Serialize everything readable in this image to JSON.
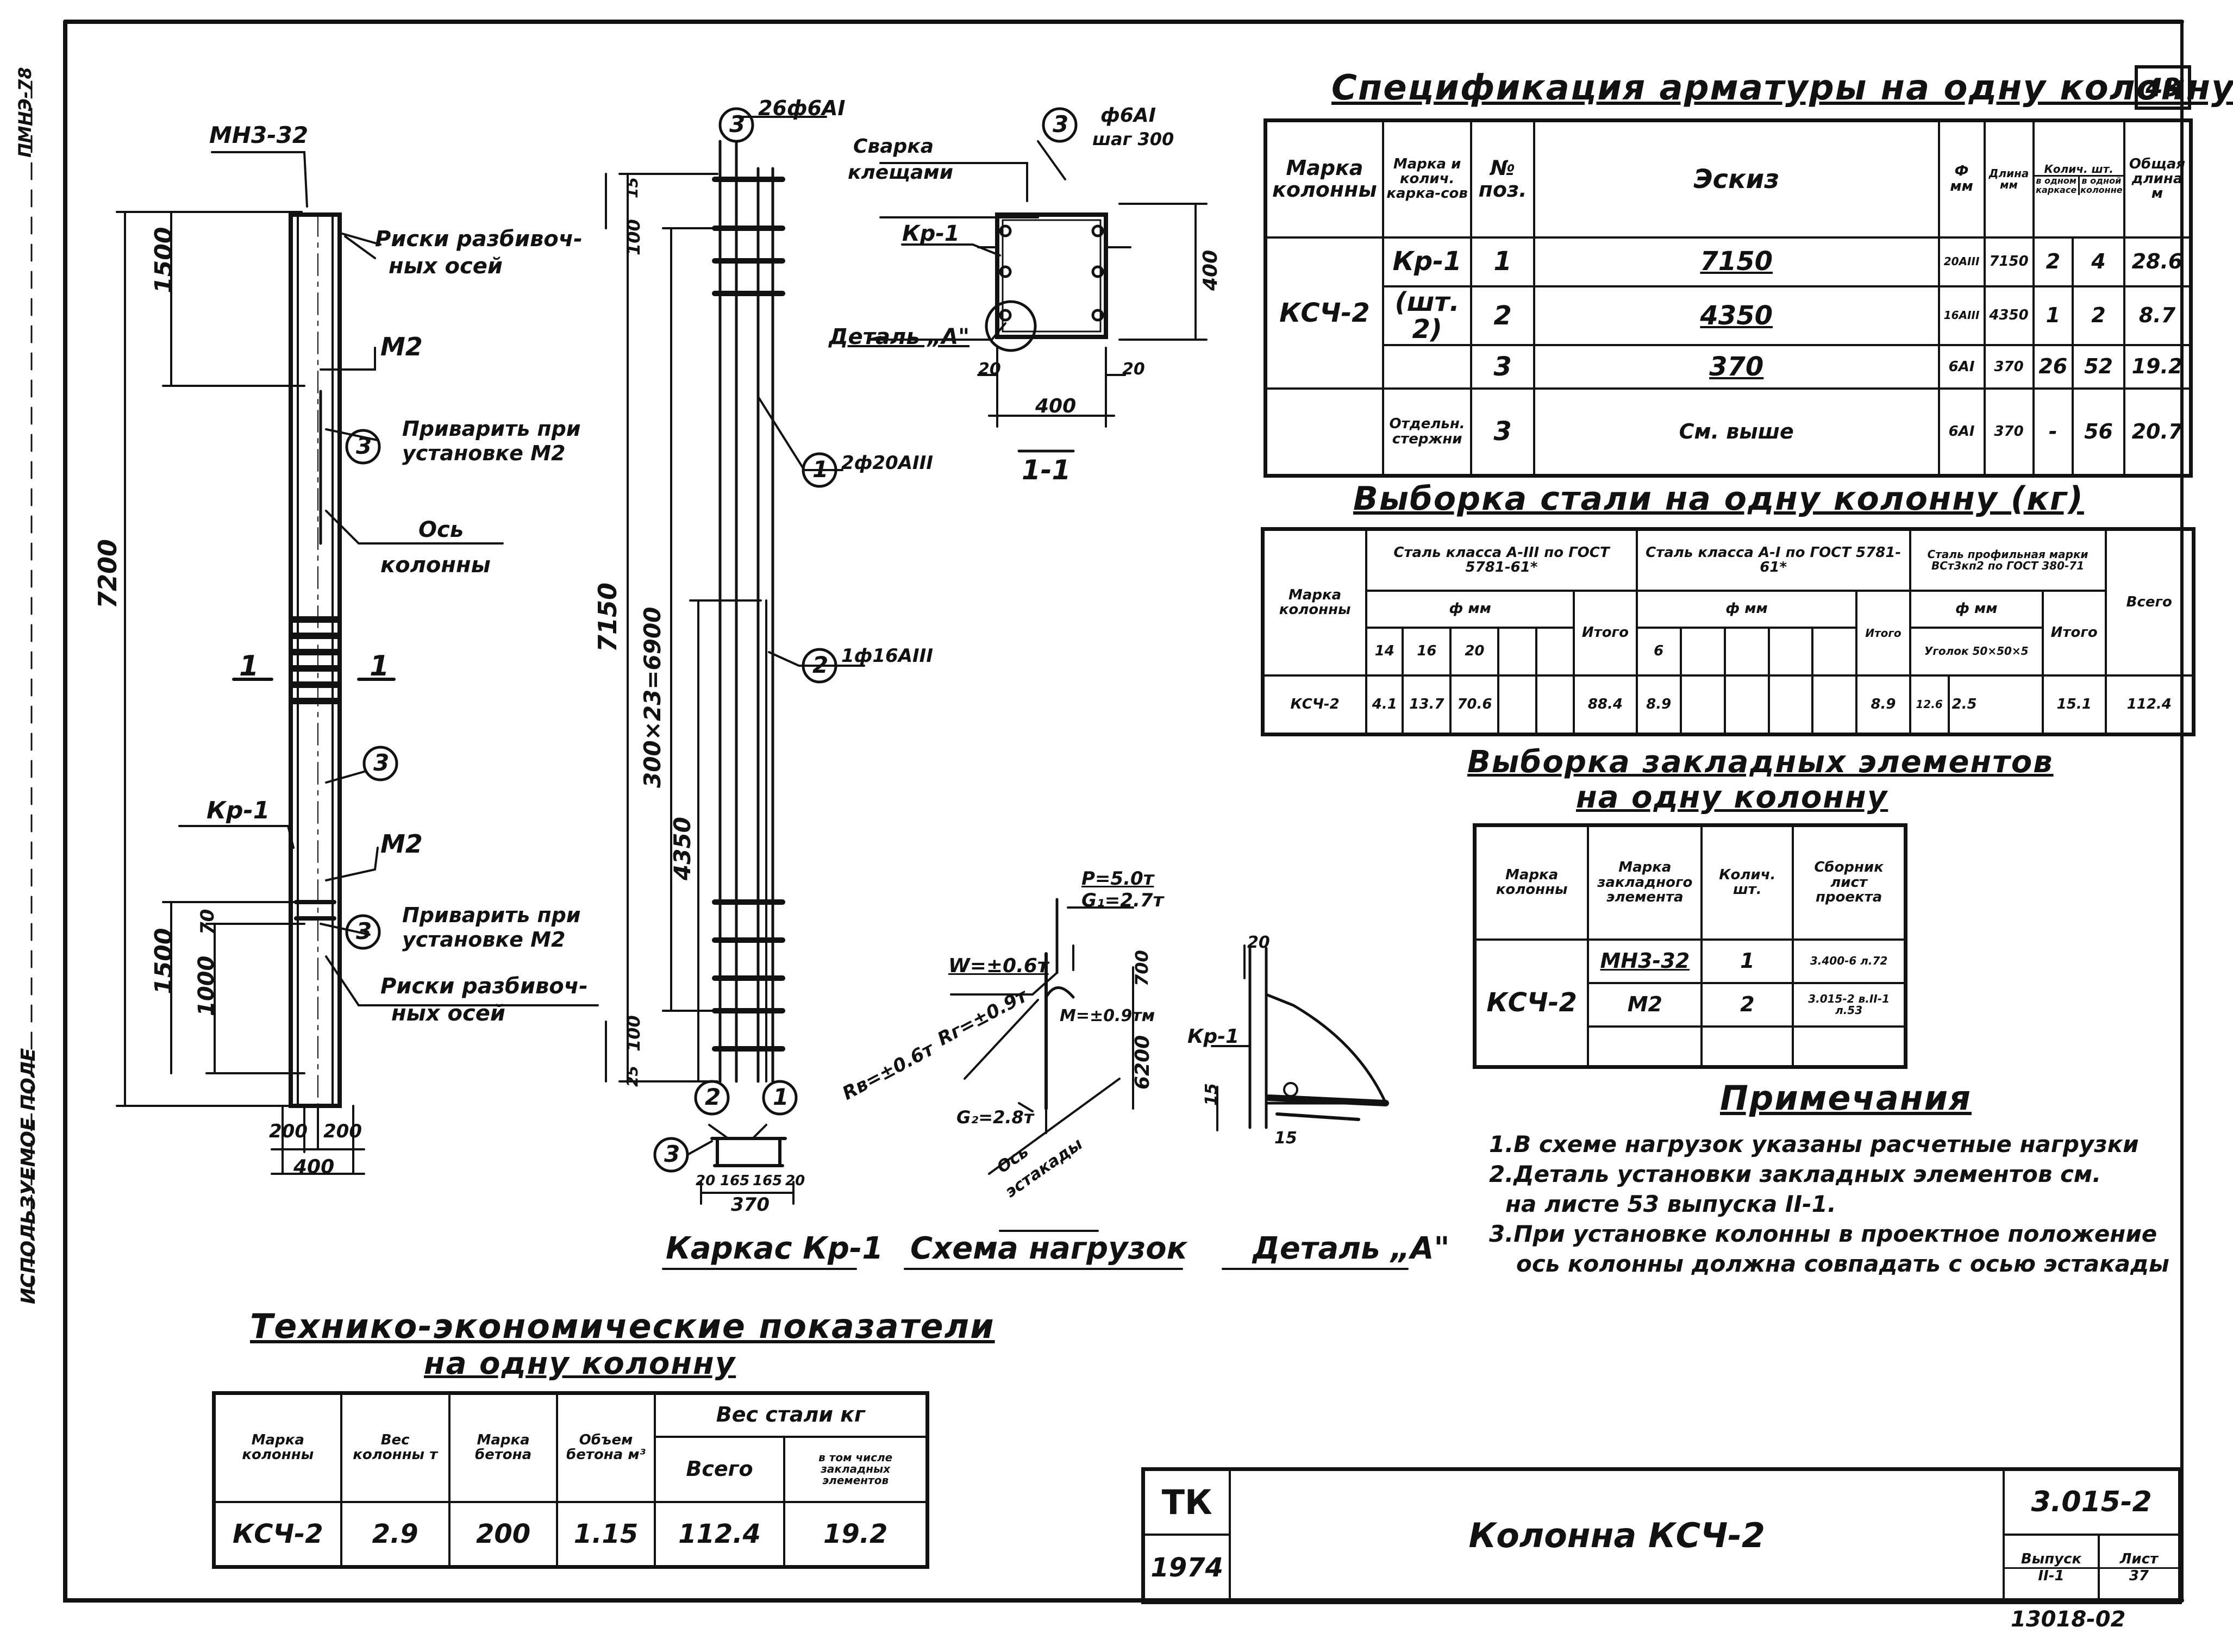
{
  "sheet_no": "43",
  "margin_note": "ИСПОЛЬЗУЕМОЕ ПОЛЕ",
  "top_left_mark": "ПМНЭ-78",
  "column": {
    "labels": {
      "mn": "МН3-32",
      "risks_top_1": "Риски разбивоч-",
      "risks_top_2": "ных осей",
      "m2_top": "М2",
      "weld_top_1": "Приварить при",
      "weld_top_2": "установке М2",
      "axis_1": "Ось",
      "axis_2": "колонны",
      "sec_1": "1",
      "sec_2": "1",
      "kr": "Кр-1",
      "m2_bot": "М2",
      "weld_bot_1": "Приварить при",
      "weld_bot_2": "установке М2",
      "risks_bot_1": "Риски разбивоч-",
      "risks_bot_2": "ных осей",
      "circ3a": "3",
      "circ3b": "3",
      "circ3c": "3"
    },
    "dims": {
      "total": "7200",
      "top": "1500",
      "bot": "1500",
      "bot_inner": "1000",
      "bot_small": "70",
      "w1": "200",
      "w2": "200",
      "w_total": "400"
    }
  },
  "cage": {
    "labels": {
      "c3": "3",
      "c3_text": "26ф6АI",
      "c1": "1",
      "c1_text": "2ф20АIII",
      "c2": "2",
      "c2_text": "1ф16АIII",
      "bc2": "2",
      "bc1": "1",
      "bc3": "3"
    },
    "dims": {
      "total": "7150",
      "step": "300×23=6900",
      "inner": "4350",
      "top": "100",
      "bot": "100",
      "top_s": "15",
      "bot_s": "25",
      "bw1": "20",
      "bw2": "165",
      "bw3": "165",
      "bw4": "20",
      "bw_total": "370"
    },
    "caption": "Каркас Кр-1"
  },
  "section": {
    "c3": "3",
    "c3_t1": "ф6АI",
    "c3_t2": "шаг 300",
    "weld_1": "Сварка",
    "weld_2": "клещами",
    "kr": "Кр-1",
    "detail": "Деталь „А\"",
    "h": "400",
    "w": "400",
    "d1": "20",
    "d2": "20",
    "caption": "1-1"
  },
  "loads": {
    "p": "P=5.0т",
    "g": "G₁=2.7т",
    "w": "W=±0.6т",
    "r": "Rг=±0.9т",
    "rv": "Rв=±0.6т",
    "mom": "M=±0.9тм",
    "g2": "G₂=2.8т",
    "h1": "700",
    "h2": "6200",
    "axis_1": "Ось",
    "axis_2": "эстакады",
    "caption": "Схема нагрузок"
  },
  "detail": {
    "kr": "Кр-1",
    "d1": "20",
    "d2": "15",
    "d3": "15",
    "caption": "Деталь „А\""
  },
  "spec": {
    "title": "Спецификация арматуры на одну колонну",
    "head": {
      "mark": "Марка колонны",
      "cage": "Марка и колич. карка-сов",
      "pos": "№ поз.",
      "sketch": "Эскиз",
      "dia": "Ф мм",
      "len": "Длина мм",
      "qty": "Колич. шт.",
      "qty_a": "в одном каркасе",
      "qty_b": "в одной колонне",
      "total": "Общая длина м"
    },
    "rows": [
      {
        "mark": "КСЧ-2",
        "cage": "Кр-1",
        "pos": "1",
        "sketch": "7150",
        "dia": "20АIII",
        "len": "7150",
        "qa": "2",
        "qb": "4",
        "tot": "28.6"
      },
      {
        "cage": "(шт. 2)",
        "pos": "2",
        "sketch": "4350",
        "dia": "16АIII",
        "len": "4350",
        "qa": "1",
        "qb": "2",
        "tot": "8.7"
      },
      {
        "pos": "3",
        "sketch": "370",
        "dia": "6АI",
        "len": "370",
        "qa": "26",
        "qb": "52",
        "tot": "19.2"
      },
      {
        "cage": "Отдельн. стержни",
        "pos": "3",
        "sketch": "См. выше",
        "dia": "6АI",
        "len": "370",
        "qa": "-",
        "qb": "56",
        "tot": "20.7"
      }
    ]
  },
  "steel": {
    "title": "Выборка стали на одну колонну (кг)",
    "head": {
      "mark": "Марка колонны",
      "g1": "Сталь класса А-III по ГОСТ 5781-61*",
      "g2": "Сталь класса А-I по ГОСТ 5781-61*",
      "g3": "Сталь профильная марки ВСт3кп2 по ГОСТ 380-71",
      "dmm": "ф мм",
      "d14": "14",
      "d16": "16",
      "d20": "20",
      "sub": "Итого",
      "d6": "6",
      "sub2": "Итого",
      "d3": "ф мм",
      "prof": "Уголок 50×50×5",
      "sub3": "Итого",
      "total": "Всего"
    },
    "row": {
      "mark": "КСЧ-2",
      "v14": "4.1",
      "v16": "13.7",
      "v20": "70.6",
      "s1": "88.4",
      "v6": "8.9",
      "s2": "8.9",
      "p1": "12.6",
      "p2": "2.5",
      "s3": "15.1",
      "tot": "112.4"
    }
  },
  "embed": {
    "title_1": "Выборка закладных элементов",
    "title_2": "на одну колонну",
    "head": {
      "mark": "Марка колонны",
      "emark": "Марка закладного элемента",
      "qty": "Колич. шт.",
      "ref": "Сборник лист проекта"
    },
    "rows": [
      {
        "mark": "КСЧ-2",
        "emark": "МН3-32",
        "qty": "1",
        "ref": "3.400-6 л.72"
      },
      {
        "emark": "М2",
        "qty": "2",
        "ref": "3.015-2 в.II-1 л.53"
      }
    ]
  },
  "notes": {
    "title": "Примечания",
    "items": [
      "1.В схеме нагрузок указаны расчетные нагрузки",
      "2.Деталь установки закладных элементов см.",
      "на листе 53 выпуска II-1.",
      "3.При установке колонны в проектное положение",
      "ось колонны должна совпадать с осью эстакады"
    ]
  },
  "tep": {
    "title_1": "Технико-экономические показатели",
    "title_2": "на одну колонну",
    "head": {
      "mark": "Марка колонны",
      "weight": "Вес колонны т",
      "concrete": "Марка бетона",
      "vol": "Объем бетона м³",
      "steel": "Вес стали кг",
      "all": "Всего",
      "emb": "в том числе закладных элементов"
    },
    "row": {
      "mark": "КСЧ-2",
      "weight": "2.9",
      "concrete": "200",
      "vol": "1.15",
      "all": "112.4",
      "emb": "19.2"
    }
  },
  "stamp": {
    "logo": "ТК",
    "year": "1974",
    "title": "Колонна КСЧ-2",
    "code": "3.015-2",
    "vyp_label": "Выпуск",
    "vyp": "II-1",
    "list_label": "Лист",
    "list": "37"
  },
  "bottom_no": "13018-02"
}
